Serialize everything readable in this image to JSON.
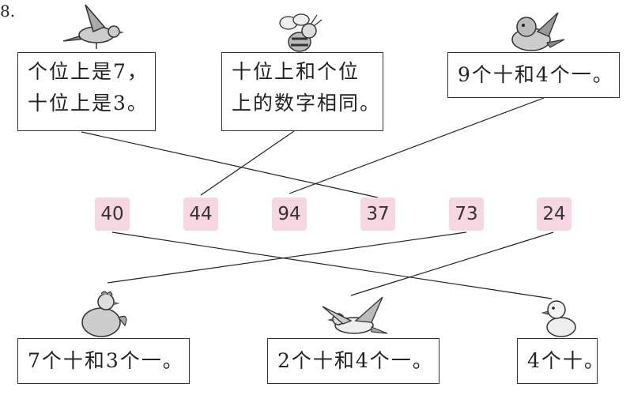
{
  "question": {
    "number": "8.",
    "top_clues": [
      {
        "line1": "个位上是7，",
        "line2": "十位上是3。"
      },
      {
        "line1": "十位上和个位",
        "line2": "上的数字相同。"
      },
      {
        "text": "9个十和4个一。"
      }
    ],
    "numbers": [
      "40",
      "44",
      "94",
      "37",
      "73",
      "24"
    ],
    "bottom_clues": [
      "7个十和3个一。",
      "2个十和4个一。",
      "4个十。"
    ]
  }
}
